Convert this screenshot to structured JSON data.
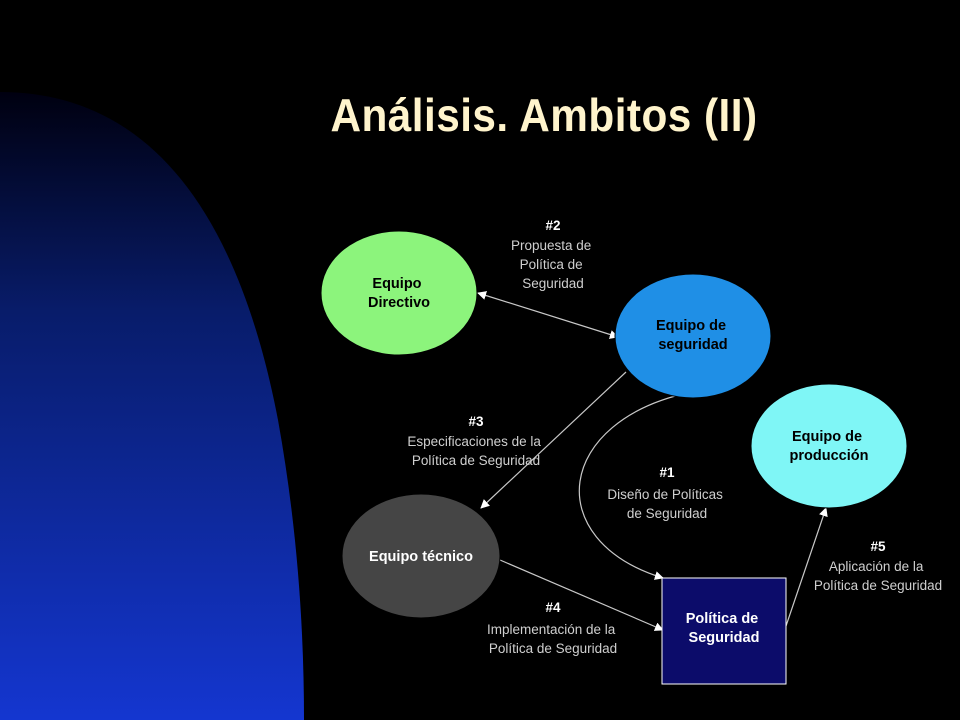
{
  "title": "Análisis. Ambitos (II)",
  "nodes": {
    "directivo": {
      "lines": [
        "Equipo",
        "Directivo"
      ],
      "fill": "#8cf47c",
      "text_color": "#000000"
    },
    "seguridad": {
      "lines": [
        "Equipo de",
        "seguridad"
      ],
      "fill": "#1f8fe6",
      "text_color": "#000000"
    },
    "produccion": {
      "lines": [
        "Equipo de",
        "producción"
      ],
      "fill": "#7ff6f6",
      "text_color": "#000000"
    },
    "tecnico": {
      "lines": [
        "Equipo técnico"
      ],
      "fill": "#454545",
      "text_color": "#ffffff"
    },
    "politica": {
      "lines": [
        "Política de",
        "Seguridad"
      ],
      "fill": "#0c0c6a",
      "text_color": "#ffffff"
    }
  },
  "flows": {
    "f2": {
      "num": "#2",
      "lines": [
        "Propuesta de",
        "Política de",
        "Seguridad"
      ]
    },
    "f3": {
      "num": "#3",
      "lines": [
        "Especificaciones de la",
        "Política de Seguridad"
      ]
    },
    "f1": {
      "num": "#1",
      "lines": [
        "Diseño de Políticas",
        "de Seguridad"
      ]
    },
    "f5": {
      "num": "#5",
      "lines": [
        "Aplicación de la",
        "Política de Seguridad"
      ]
    },
    "f4": {
      "num": "#4",
      "lines": [
        "Implementación de la",
        "Política de Seguridad"
      ]
    }
  },
  "colors": {
    "background": "#000000",
    "title": "#fff4cc",
    "arrow": "#c8c8c8",
    "blue_shape": "#1133c8"
  }
}
